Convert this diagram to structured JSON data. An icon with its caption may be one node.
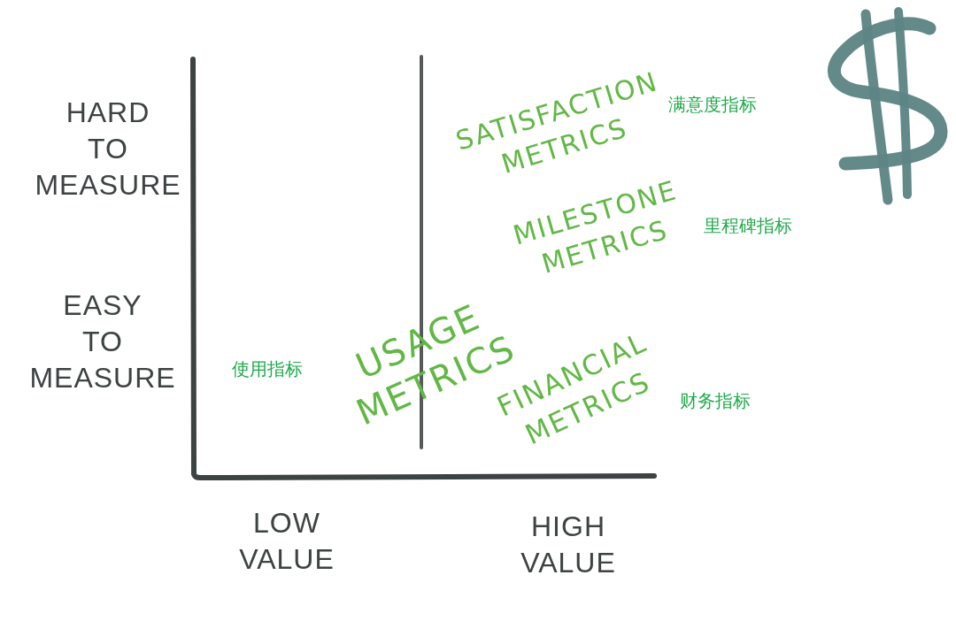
{
  "diagram": {
    "labels": [
      "HARD TO MEASURE",
      "SATISFACTION METRICS",
      "满意度指标",
      "MILESTONE METRICS",
      "里程碑指标",
      "EASY TO MEASURE",
      "USAGE METRICS",
      "使用指标",
      "FINANCIAL METRICS",
      "财务指标",
      "LOW VALUE",
      "HIGH VALUE"
    ]
  }
}
